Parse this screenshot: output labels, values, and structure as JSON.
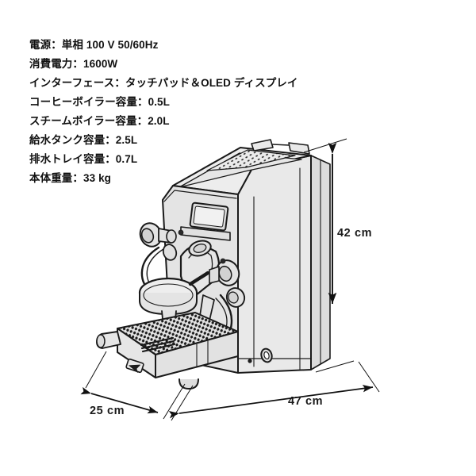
{
  "page": {
    "background_color": "#ffffff",
    "text_color": "#111111",
    "body_fill": "#e9e9e9",
    "body_shade": "#d8d8d8",
    "body_dark": "#c6c6c6",
    "outline_color": "#1a1a1a"
  },
  "specs": {
    "items": [
      "電源：単相 100 V  50/60Hz",
      "消費電力：1600W",
      "インターフェース：タッチパッド＆OLED ディスプレイ",
      "コーヒーボイラー容量：0.5L",
      "スチームボイラー容量：2.0L",
      "給水タンク容量：2.5L",
      "排水トレイ容量：0.7L",
      "本体重量：33 kg"
    ]
  },
  "dimensions": {
    "height": "42 cm",
    "width": "25 cm",
    "depth": "47 cm"
  },
  "product": {
    "type": "espresso-machine",
    "view": "isometric-line-drawing",
    "parts": [
      "top-cup-warming-tray",
      "oled-display",
      "group-head",
      "steam-wand",
      "hot-water-wand",
      "steam-valve-knob",
      "water-valve-knob",
      "portafilter",
      "drip-tray-grill",
      "drip-tray",
      "side-panel",
      "water-level-window"
    ]
  }
}
